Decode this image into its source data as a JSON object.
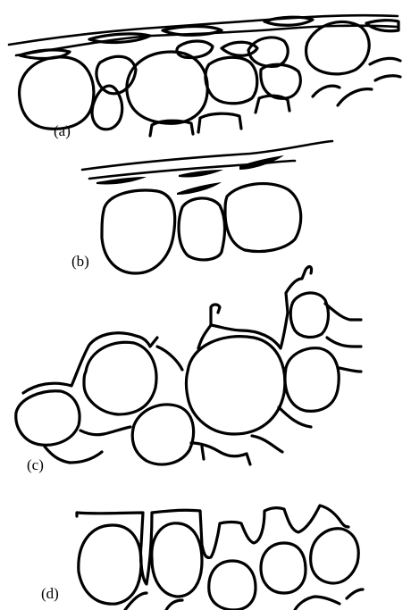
{
  "figure": {
    "ink_color": "#000000",
    "background_color": "#ffffff",
    "panels": [
      {
        "id": "a",
        "label": "(a)"
      },
      {
        "id": "b",
        "label": "(b)"
      },
      {
        "id": "c",
        "label": "(c)"
      },
      {
        "id": "d",
        "label": "(d)"
      }
    ]
  }
}
